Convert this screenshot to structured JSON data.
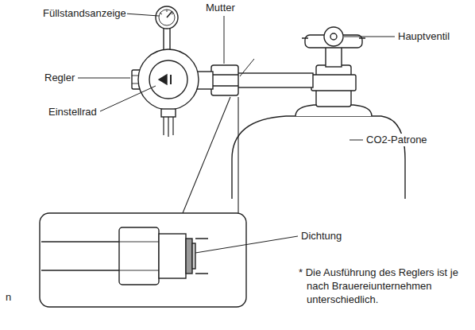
{
  "diagram": {
    "labels": [
      "Mutter",
      "Füllstandsanzeige",
      "Hauptventil",
      "Regler",
      "Einstellrad",
      "CO2-Patrone",
      "Dichtung",
      "* Die Ausführung des Reglers ist je nach Brauereiunternehmen unterschiedlich.",
      "n"
    ]
  }
}
